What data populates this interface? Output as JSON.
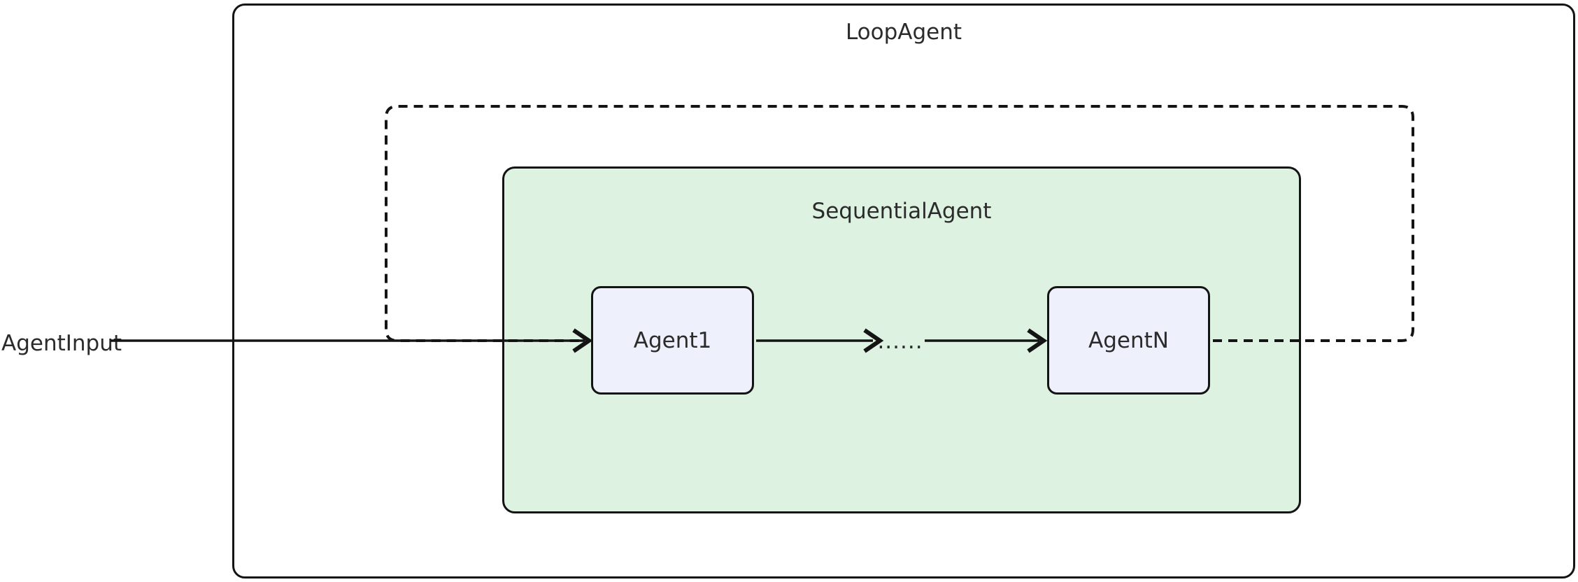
{
  "diagram": {
    "outer": {
      "label": "LoopAgent"
    },
    "inner": {
      "label": "SequentialAgent"
    },
    "nodes": [
      {
        "label": "Agent1"
      },
      {
        "label": "AgentN"
      }
    ],
    "input_label": "AgentInput",
    "edge_dots_label": "......",
    "colors": {
      "stroke": "#141414",
      "text": "#2b2b2b",
      "inner_fill": "#def2e2",
      "node_fill": "#eef1fb",
      "background": "#ffffff"
    }
  }
}
